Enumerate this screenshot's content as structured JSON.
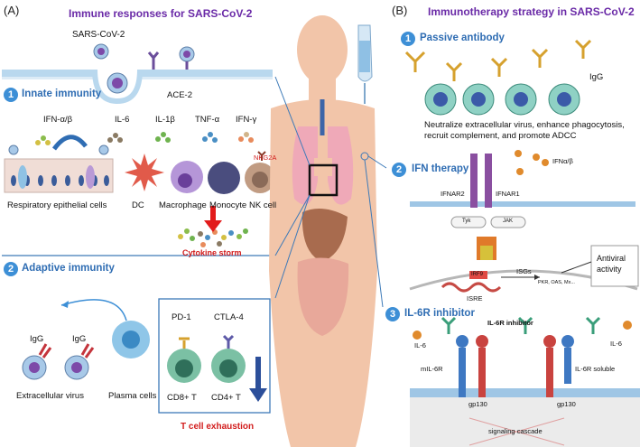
{
  "panels": {
    "a": {
      "letter": "(A)",
      "title": "Immune responses for SARS-CoV-2"
    },
    "b": {
      "letter": "(B)",
      "title": "Immunotherapy strategy in SARS-CoV-2"
    }
  },
  "left": {
    "virus_label": "SARS-CoV-2",
    "receptor_label": "ACE-2",
    "innate": {
      "num": "1",
      "title": "Innate immunity"
    },
    "cytokines": [
      "IFN-α/β",
      "IL-6",
      "IL-1β",
      "TNF-α",
      "IFN-γ"
    ],
    "nkg2a": "NKG2A",
    "epithelial": "Respiratory epithelial cells",
    "cells": [
      "DC",
      "Macrophage",
      "Monocyte",
      "NK cell"
    ],
    "storm": "Cytokine storm",
    "adaptive": {
      "num": "2",
      "title": "Adaptive immunity"
    },
    "igg": "IgG",
    "extracellular": "Extracellular virus",
    "plasma": "Plasma cells",
    "pd1": "PD-1",
    "ctla4": "CTLA-4",
    "cd8": "CD8+ T",
    "cd4": "CD4+ T",
    "exhaustion": "T cell exhaustion"
  },
  "right": {
    "passive": {
      "num": "1",
      "title": "Passive antibody"
    },
    "igg": "IgG",
    "neutralize": "Neutralize extracellular virus, enhance phagocytosis, recruit complement, and promote  ADCC",
    "ifn": {
      "num": "2",
      "title": "IFN therapy"
    },
    "ifnab": "IFNα/β",
    "ifnar2": "IFNAR2",
    "ifnar1": "IFNAR1",
    "tyk": "Tyk",
    "jak": "JAK",
    "isgs": "ISGs",
    "pkr": "PKR, OAS, Mx...",
    "irf9": "IRF9",
    "isre": "ISRE",
    "antiviral": "Antiviral activity",
    "il6r": {
      "num": "3",
      "title": "IL-6R inhibitor"
    },
    "il6r_small": "IL-6R inhibitor",
    "il6_left": "IL-6",
    "il6_right": "IL-6",
    "mil6r": "mIL-6R",
    "il6r_soluble": "IL-6R soluble",
    "gp130_left": "gp130",
    "gp130_right": "gp130",
    "cascade": "signaling cascade"
  }
}
